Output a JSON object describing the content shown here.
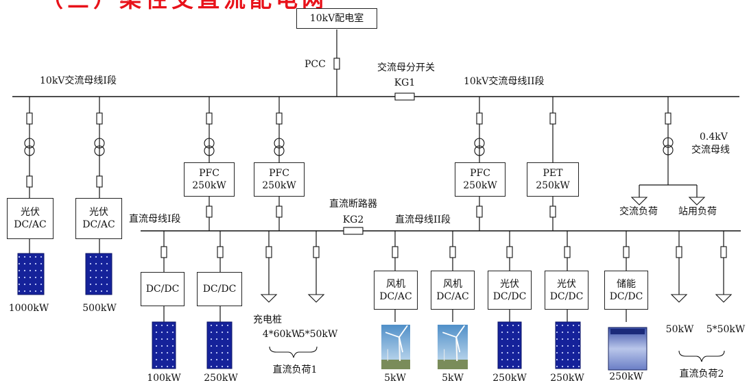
{
  "top_cutoff_text": "（三）柔性交直流配电网",
  "room": "10kV配电室",
  "pcc": "PCC",
  "ac_bus1": "10kV交流母线I段",
  "ac_bus2": "10kV交流母线II段",
  "tie_switch": {
    "name": "交流母分开关",
    "code": "KG1"
  },
  "dc_bus1": "直流母线I段",
  "dc_bus2": "直流母线II段",
  "dc_breaker": {
    "name": "直流断路器",
    "code": "KG2"
  },
  "lv_bus": {
    "voltage": "0.4kV",
    "name": "交流母线"
  },
  "pv_ac": [
    {
      "l1": "光伏",
      "l2": "DC/AC",
      "power": "1000kW"
    },
    {
      "l1": "光伏",
      "l2": "DC/AC",
      "power": "500kW"
    }
  ],
  "pfc": [
    {
      "l1": "PFC",
      "l2": "250kW"
    },
    {
      "l1": "PFC",
      "l2": "250kW"
    },
    {
      "l1": "PFC",
      "l2": "250kW"
    }
  ],
  "pet": {
    "l1": "PET",
    "l2": "250kW"
  },
  "ac_loads": [
    "交流负荷",
    "站用负荷"
  ],
  "dcdc": [
    {
      "label": "DC/DC",
      "power": "100kW"
    },
    {
      "label": "DC/DC",
      "power": "250kW"
    }
  ],
  "dc_load1": {
    "charger": "充电桩",
    "charger_power": "4*60kW",
    "other_power": "5*50kW",
    "group": "直流负荷1"
  },
  "dc2_units": [
    {
      "l1": "风机",
      "l2": "DC/AC",
      "power": "5kW",
      "img": "wind"
    },
    {
      "l1": "风机",
      "l2": "DC/AC",
      "power": "5kW",
      "img": "wind"
    },
    {
      "l1": "光伏",
      "l2": "DC/DC",
      "power": "250kW",
      "img": "pv"
    },
    {
      "l1": "光伏",
      "l2": "DC/DC",
      "power": "250kW",
      "img": "pv"
    },
    {
      "l1": "储能",
      "l2": "DC/DC",
      "power": "250kW",
      "img": "battery"
    }
  ],
  "dc_load2": {
    "p1": "50kW",
    "p2": "5*50kW",
    "group": "直流负荷2"
  }
}
